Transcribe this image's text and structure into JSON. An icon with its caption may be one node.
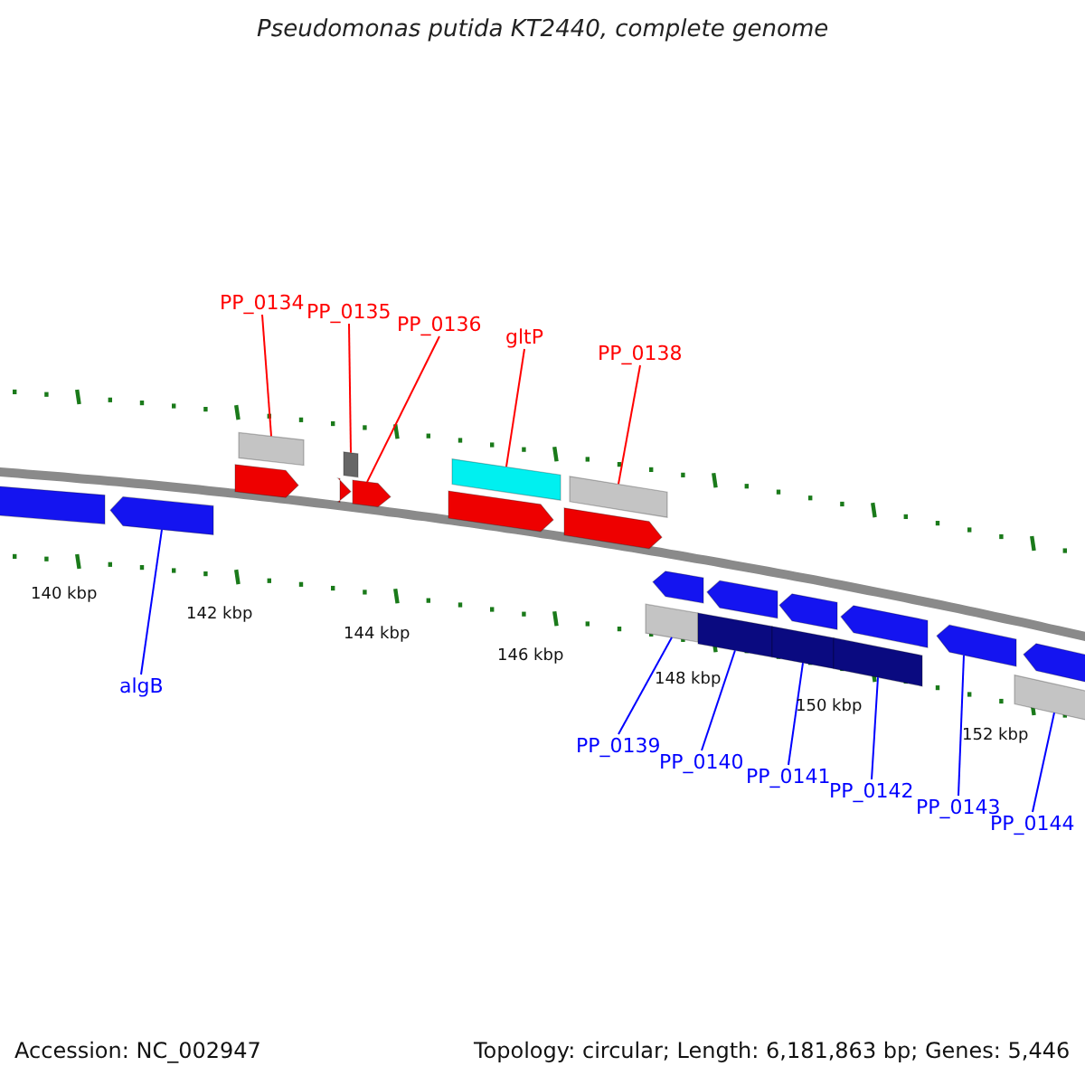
{
  "diagram": {
    "title": "Pseudomonas putida KT2440, complete genome",
    "nodes": [
      {
        "text": [
          "PP_0134"
        ]
      },
      {
        "text": [
          "PP_0135"
        ]
      },
      {
        "text": [
          "PP_0136"
        ]
      },
      {
        "text": [
          "gltP"
        ]
      },
      {
        "text": [
          "PP_0138"
        ]
      },
      {
        "text": [
          "algB"
        ]
      },
      {
        "text": [
          "PP_0139"
        ]
      },
      {
        "text": [
          "PP_0140"
        ]
      },
      {
        "text": [
          "PP_0141"
        ]
      },
      {
        "text": [
          "PP_0142"
        ]
      },
      {
        "text": [
          "PP_0143"
        ]
      },
      {
        "text": [
          "PP_0144"
        ]
      },
      {
        "text": [],
        "shape": "arrow"
      },
      {
        "text": [],
        "shape": "arrow"
      },
      {
        "text": [],
        "shape": "arrow"
      },
      {
        "text": [],
        "shape": "bar"
      },
      {
        "text": [],
        "shape": "arrow"
      },
      {
        "text": [],
        "shape": "bar"
      },
      {
        "text": [],
        "shape": "arrow"
      },
      {
        "text": [],
        "shape": "arrow"
      },
      {
        "text": [],
        "shape": "bar"
      },
      {
        "text": [],
        "shape": "arrow"
      },
      {
        "text": [],
        "shape": "bar"
      },
      {
        "text": [],
        "shape": "bar"
      },
      {
        "text": [],
        "shape": "arrow"
      },
      {
        "text": [],
        "shape": "bar"
      },
      {
        "text": [],
        "shape": "arrow"
      },
      {
        "text": [],
        "shape": "bar"
      },
      {
        "text": [],
        "shape": "arrow"
      },
      {
        "text": [],
        "shape": "bar"
      },
      {
        "text": [],
        "shape": "arrow"
      },
      {
        "text": [],
        "shape": "arrow"
      },
      {
        "text": [],
        "shape": "bar"
      },
      {
        "text": [],
        "shape": "arrow"
      }
    ],
    "edges": [
      {
        "from": 0,
        "to": 15,
        "arrow": "none",
        "color": "#ff0000"
      },
      {
        "from": 1,
        "to": 17,
        "arrow": "none",
        "color": "#ff0000"
      },
      {
        "from": 2,
        "to": 18,
        "arrow": "none",
        "color": "#ff0000"
      },
      {
        "from": 3,
        "to": 20,
        "arrow": "none",
        "color": "#ff0000"
      },
      {
        "from": 4,
        "to": 22,
        "arrow": "none",
        "color": "#ff0000"
      },
      {
        "from": 5,
        "to": 13,
        "arrow": "none"
      },
      {
        "from": 6,
        "to": 23,
        "arrow": "none"
      },
      {
        "from": 7,
        "to": 25,
        "arrow": "none"
      },
      {
        "from": 8,
        "to": 27,
        "arrow": "none"
      },
      {
        "from": 9,
        "to": 29,
        "arrow": "none"
      },
      {
        "from": 10,
        "to": 31,
        "arrow": "none"
      },
      {
        "from": 11,
        "to": 32,
        "arrow": "none"
      }
    ],
    "labels": [
      "140 kbp",
      "142 kbp",
      "144 kbp",
      "146 kbp",
      "148 kbp",
      "150 kbp",
      "152 kbp",
      "Accession: NC_002947",
      "Topology: circular; Length: 6,181,863 bp; Genes: 5,446"
    ]
  }
}
